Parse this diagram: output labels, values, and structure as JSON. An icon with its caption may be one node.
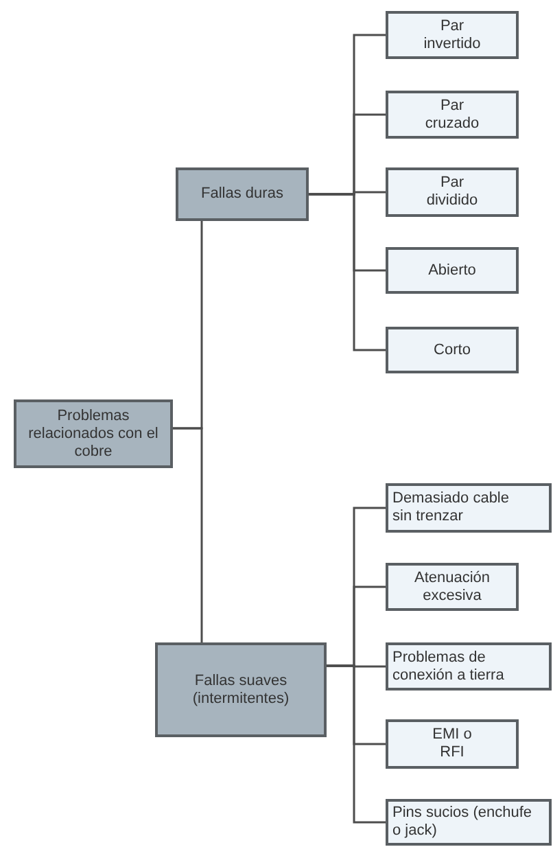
{
  "diagram": {
    "nodes": [
      {
        "text": [
          "Problemas relacionados con el cobre"
        ]
      },
      {
        "text": [
          "Fallas duras"
        ]
      },
      {
        "text": [
          "Par invertido"
        ]
      },
      {
        "text": [
          "Par cruzado"
        ]
      },
      {
        "text": [
          "Par dividido"
        ]
      },
      {
        "text": [
          "Abierto"
        ]
      },
      {
        "text": [
          "Corto"
        ]
      },
      {
        "text": [
          "Fallas suaves (intermitentes)"
        ]
      },
      {
        "text": [
          "Demasiado cable sin trenzar"
        ]
      },
      {
        "text": [
          "Atenuación excesiva"
        ]
      },
      {
        "text": [
          "Problemas de conexión a tierra"
        ]
      },
      {
        "text": [
          "EMI o  RFI"
        ]
      },
      {
        "text": [
          "Pins sucios (enchufe o jack)"
        ]
      }
    ],
    "edges": [
      {
        "from": 0,
        "to": 1,
        "arrow": "none"
      },
      {
        "from": 0,
        "to": 7,
        "arrow": "none"
      },
      {
        "from": 1,
        "to": 2,
        "arrow": "none"
      },
      {
        "from": 1,
        "to": 3,
        "arrow": "none"
      },
      {
        "from": 1,
        "to": 4,
        "arrow": "none"
      },
      {
        "from": 1,
        "to": 5,
        "arrow": "none"
      },
      {
        "from": 1,
        "to": 6,
        "arrow": "none"
      },
      {
        "from": 7,
        "to": 8,
        "arrow": "none"
      },
      {
        "from": 7,
        "to": 9,
        "arrow": "none"
      },
      {
        "from": 7,
        "to": 10,
        "arrow": "none"
      },
      {
        "from": 7,
        "to": 11,
        "arrow": "none"
      },
      {
        "from": 7,
        "to": 12,
        "arrow": "none"
      }
    ]
  }
}
